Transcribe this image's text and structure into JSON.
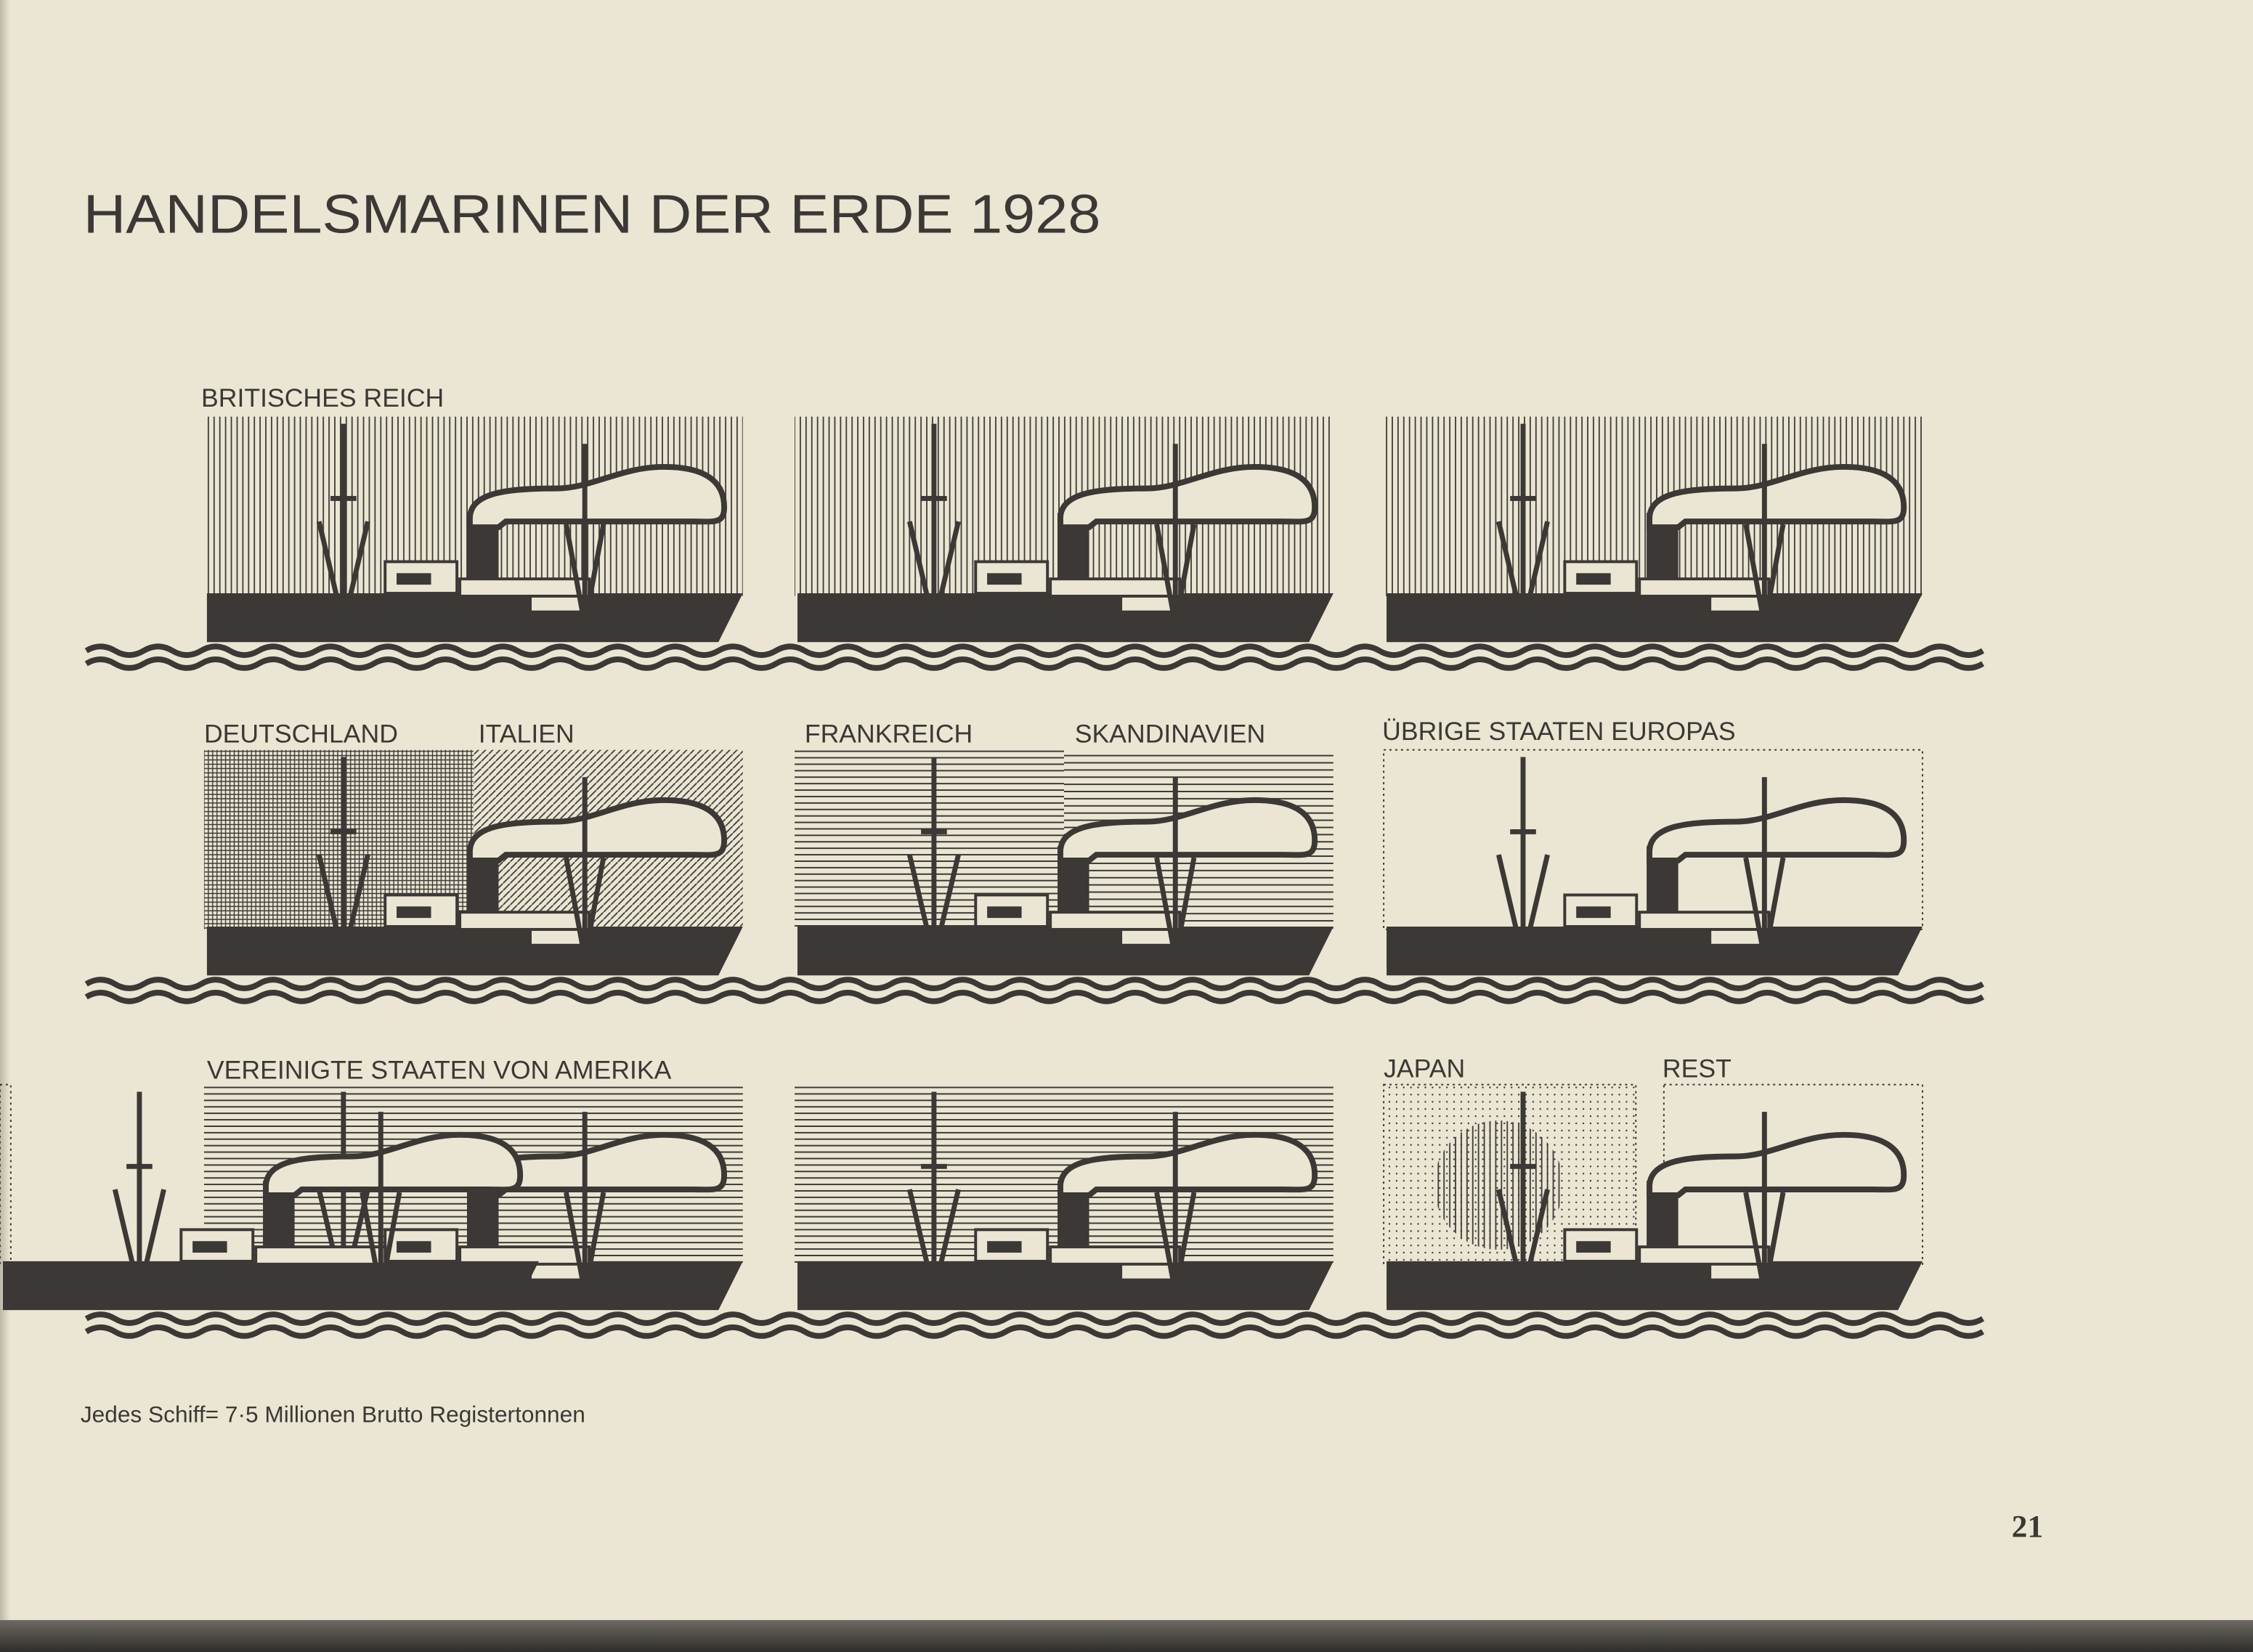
{
  "chart_data": {
    "type": "pictogram",
    "title": "HANDELSMARINEN DER ERDE 1928",
    "unit_note": "Jedes Schiff= 7·5 Millionen Brutto Registertonnen",
    "unit_value_million_brt": 7.5,
    "series": [
      {
        "name": "BRITISCHES REICH",
        "ships": 3
      },
      {
        "name": "DEUTSCHLAND",
        "ships": 0.5
      },
      {
        "name": "ITALIEN",
        "ships": 0.5
      },
      {
        "name": "FRANKREICH",
        "ships": 0.5
      },
      {
        "name": "SKANDINAVIEN",
        "ships": 0.5
      },
      {
        "name": "ÜBRIGE STAATEN EUROPAS",
        "ships": 1
      },
      {
        "name": "VEREINIGTE STAATEN VON AMERIKA",
        "ships": 2
      },
      {
        "name": "JAPAN",
        "ships": 0.5
      },
      {
        "name": "REST",
        "ships": 0.5
      }
    ]
  },
  "page_number": "21",
  "colors": {
    "ink": "#3b3835",
    "paper": "#ebe6d3"
  }
}
